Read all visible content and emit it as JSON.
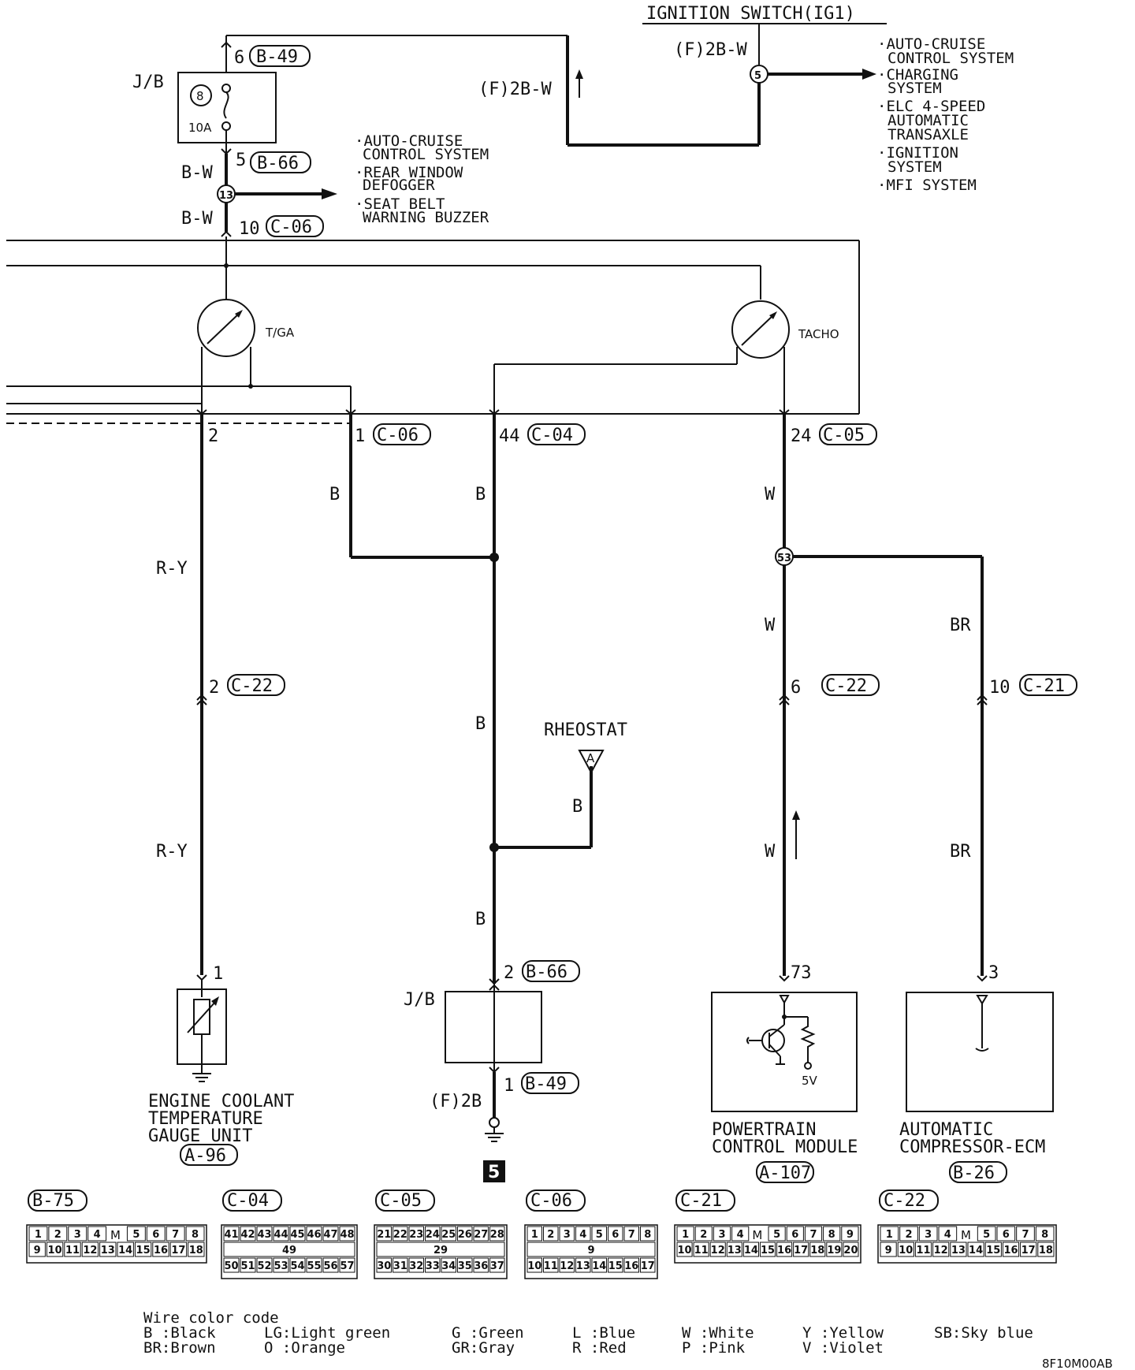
{
  "diagram": {
    "ignition_title": "IGNITION SWITCH(IG1)",
    "ign_wire_label_top": "(F)2B-W",
    "ign_wire_label_mid": "(F)2B-W",
    "ign_splice": "5",
    "ign_systems": [
      "·AUTO-CRUISE",
      "CONTROL SYSTEM",
      "·CHARGING",
      "SYSTEM",
      "·ELC 4-SPEED",
      "AUTOMATIC",
      "TRANSAXLE",
      "·IGNITION",
      "SYSTEM",
      "·MFI SYSTEM"
    ],
    "jb_top": {
      "label": "J/B",
      "fuse_number": "8",
      "fuse_rating": "10A",
      "pin_in": "6",
      "conn_in": "B-49",
      "pin_out": "5",
      "conn_out": "B-66"
    },
    "bw_label_1": "B-W",
    "bw_label_2": "B-W",
    "splice_13": "13",
    "splice_13_systems": [
      "·AUTO-CRUISE",
      "CONTROL SYSTEM",
      "·REAR WINDOW",
      "DEFOGGER",
      "·SEAT BELT",
      "WARNING BUZZER"
    ],
    "meter_pin": "10",
    "meter_conn": "C-06",
    "tga_label": "T/GA",
    "tacho_label": "TACHO",
    "conn_row": [
      {
        "pin": "2",
        "conn": ""
      },
      {
        "pin": "1",
        "conn": "C-06"
      },
      {
        "pin": "44",
        "conn": "C-04"
      },
      {
        "pin": "24",
        "conn": "C-05"
      }
    ],
    "wire_colors": {
      "ry_1": "R-Y",
      "ry_2": "R-Y",
      "b_1": "B",
      "b_2": "B",
      "b_3": "B",
      "b_4": "B",
      "b_5": "B",
      "w_1": "W",
      "w_2": "W",
      "w_3": "W",
      "br_1": "BR",
      "br_2": "BR"
    },
    "splice_53": "53",
    "mid_connectors": [
      {
        "pin": "2",
        "conn": "C-22"
      },
      {
        "pin": "6",
        "conn": "C-22"
      },
      {
        "pin": "10",
        "conn": "C-21"
      }
    ],
    "rheostat": {
      "label": "RHEOSTAT",
      "terminal": "A"
    },
    "bottom_jb": {
      "label": "J/B",
      "pin_in": "2",
      "conn_in": "B-66",
      "pin_out": "1",
      "conn_out": "B-49",
      "wire": "(F)2B",
      "ground": "5"
    },
    "ect_unit": {
      "pin": "1",
      "name_lines": [
        "ENGINE COOLANT",
        "TEMPERATURE",
        "GAUGE UNIT"
      ],
      "conn": "A-96"
    },
    "pcm": {
      "pin": "73",
      "voltage": "5V",
      "name_lines": [
        "POWERTRAIN",
        "CONTROL MODULE"
      ],
      "conn": "A-107"
    },
    "acecm": {
      "pin": "3",
      "name_lines": [
        "AUTOMATIC",
        "COMPRESSOR-ECM"
      ],
      "conn": "B-26"
    },
    "legend_title": "Wire color code",
    "legend_row1": [
      "B :Black",
      "LG:Light green",
      "G :Green",
      "L :Blue",
      "W :White",
      "Y :Yellow",
      "SB:Sky blue"
    ],
    "legend_row2": [
      "BR:Brown",
      "O :Orange",
      "GR:Gray",
      "R :Red",
      "P :Pink",
      "V :Violet"
    ],
    "figure_code": "8F10M00AB"
  },
  "connector_faces": [
    {
      "id": "B-75",
      "row1": [
        "1",
        "2",
        "3",
        "4",
        "M",
        "5",
        "6",
        "7",
        "8"
      ],
      "row2": [
        "9",
        "10",
        "11",
        "12",
        "13",
        "14",
        "15",
        "16",
        "17",
        "18"
      ]
    },
    {
      "id": "C-04",
      "row1": [
        "41",
        "42",
        "43",
        "44",
        "45",
        "46",
        "47",
        "48"
      ],
      "mid": "49",
      "row2": [
        "50",
        "51",
        "52",
        "53",
        "54",
        "55",
        "56",
        "57"
      ]
    },
    {
      "id": "C-05",
      "row1": [
        "21",
        "22",
        "23",
        "24",
        "25",
        "26",
        "27",
        "28"
      ],
      "mid": "29",
      "row2": [
        "30",
        "31",
        "32",
        "33",
        "34",
        "35",
        "36",
        "37"
      ]
    },
    {
      "id": "C-06",
      "row1": [
        "1",
        "2",
        "3",
        "4",
        "5",
        "6",
        "7",
        "8"
      ],
      "mid": "9",
      "row2": [
        "10",
        "11",
        "12",
        "13",
        "14",
        "15",
        "16",
        "17"
      ]
    },
    {
      "id": "C-21",
      "row1": [
        "1",
        "2",
        "3",
        "4",
        "M",
        "5",
        "6",
        "7",
        "8",
        "9"
      ],
      "row2": [
        "10",
        "11",
        "12",
        "13",
        "14",
        "15",
        "16",
        "17",
        "18",
        "19",
        "20"
      ]
    },
    {
      "id": "C-22",
      "row1": [
        "1",
        "2",
        "3",
        "4",
        "M",
        "5",
        "6",
        "7",
        "8"
      ],
      "row2": [
        "9",
        "10",
        "11",
        "12",
        "13",
        "14",
        "15",
        "16",
        "17",
        "18"
      ]
    }
  ]
}
